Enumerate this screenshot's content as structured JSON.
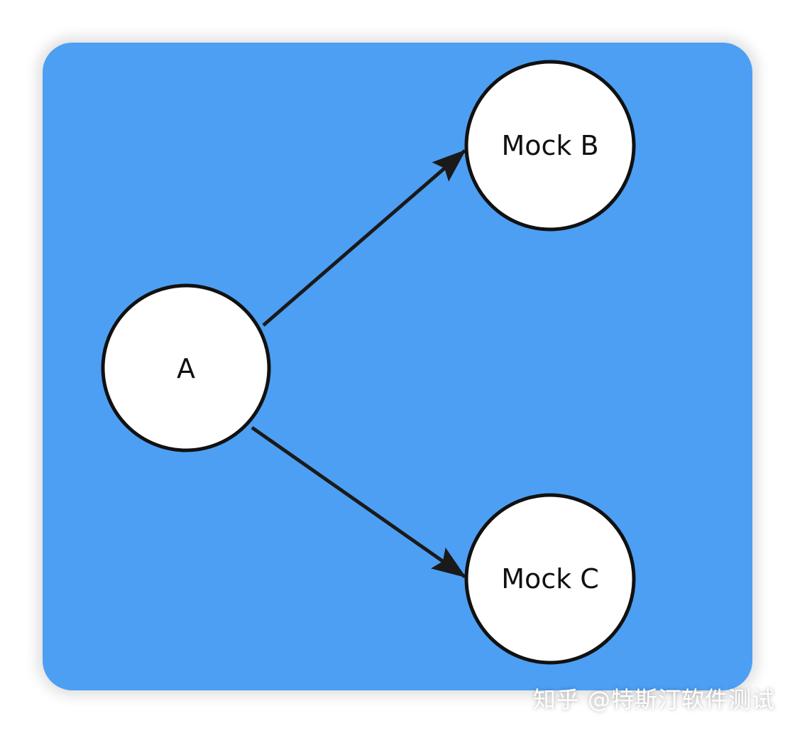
{
  "colors": {
    "background": "#4d9ff3",
    "node_fill": "#ffffff",
    "node_stroke": "#111111",
    "edge": "#1a1a1a"
  },
  "nodes": {
    "a": {
      "label": "A"
    },
    "mock_b": {
      "label": "Mock B"
    },
    "mock_c": {
      "label": "Mock C"
    }
  },
  "watermark": "知乎 @特斯汀软件测试"
}
